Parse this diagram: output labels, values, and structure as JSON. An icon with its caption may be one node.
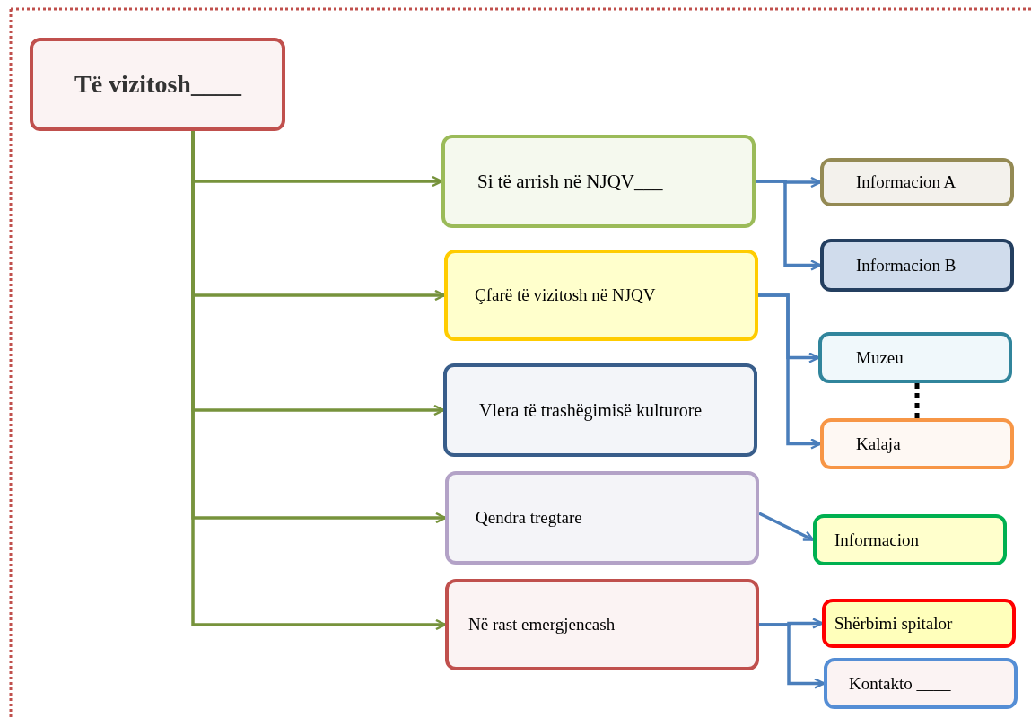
{
  "diagram": {
    "nodes": [
      {
        "text": [
          "Të vizitosh____"
        ]
      },
      {
        "text": [
          "Si të arrish në NJQV___"
        ]
      },
      {
        "text": [
          "Çfarë të vizitosh në NJQV__"
        ]
      },
      {
        "text": [
          "Vlera të trashëgimisë kulturore"
        ]
      },
      {
        "text": [
          "Qendra tregtare"
        ]
      },
      {
        "text": [
          "Në rast emergjencash"
        ]
      },
      {
        "text": [
          "Informacion A"
        ]
      },
      {
        "text": [
          "Informacion B"
        ]
      },
      {
        "text": [
          "Muzeu"
        ]
      },
      {
        "text": [
          "Kalaja"
        ]
      },
      {
        "text": [
          "Informacion"
        ]
      },
      {
        "text": [
          "Shërbimi spitalor"
        ]
      },
      {
        "text": [
          "Kontakto ____"
        ]
      }
    ],
    "edges": [
      {
        "from": 0,
        "to": 1,
        "arrow": "to",
        "color": "#77933c"
      },
      {
        "from": 0,
        "to": 2,
        "arrow": "to",
        "color": "#77933c"
      },
      {
        "from": 0,
        "to": 3,
        "arrow": "to",
        "color": "#77933c"
      },
      {
        "from": 0,
        "to": 4,
        "arrow": "to",
        "color": "#77933c"
      },
      {
        "from": 0,
        "to": 5,
        "arrow": "to",
        "color": "#77933c"
      },
      {
        "from": 1,
        "to": 6,
        "arrow": "to"
      },
      {
        "from": 1,
        "to": 7,
        "arrow": "to"
      },
      {
        "from": 2,
        "to": 8,
        "arrow": "to"
      },
      {
        "from": 2,
        "to": 9,
        "arrow": "to"
      },
      {
        "from": 8,
        "to": 9,
        "arrow": "none",
        "style": "dashed",
        "color": "#000000"
      },
      {
        "from": 4,
        "to": 10,
        "arrow": "to"
      },
      {
        "from": 5,
        "to": 11,
        "arrow": "to"
      },
      {
        "from": 5,
        "to": 12,
        "arrow": "to"
      }
    ]
  }
}
